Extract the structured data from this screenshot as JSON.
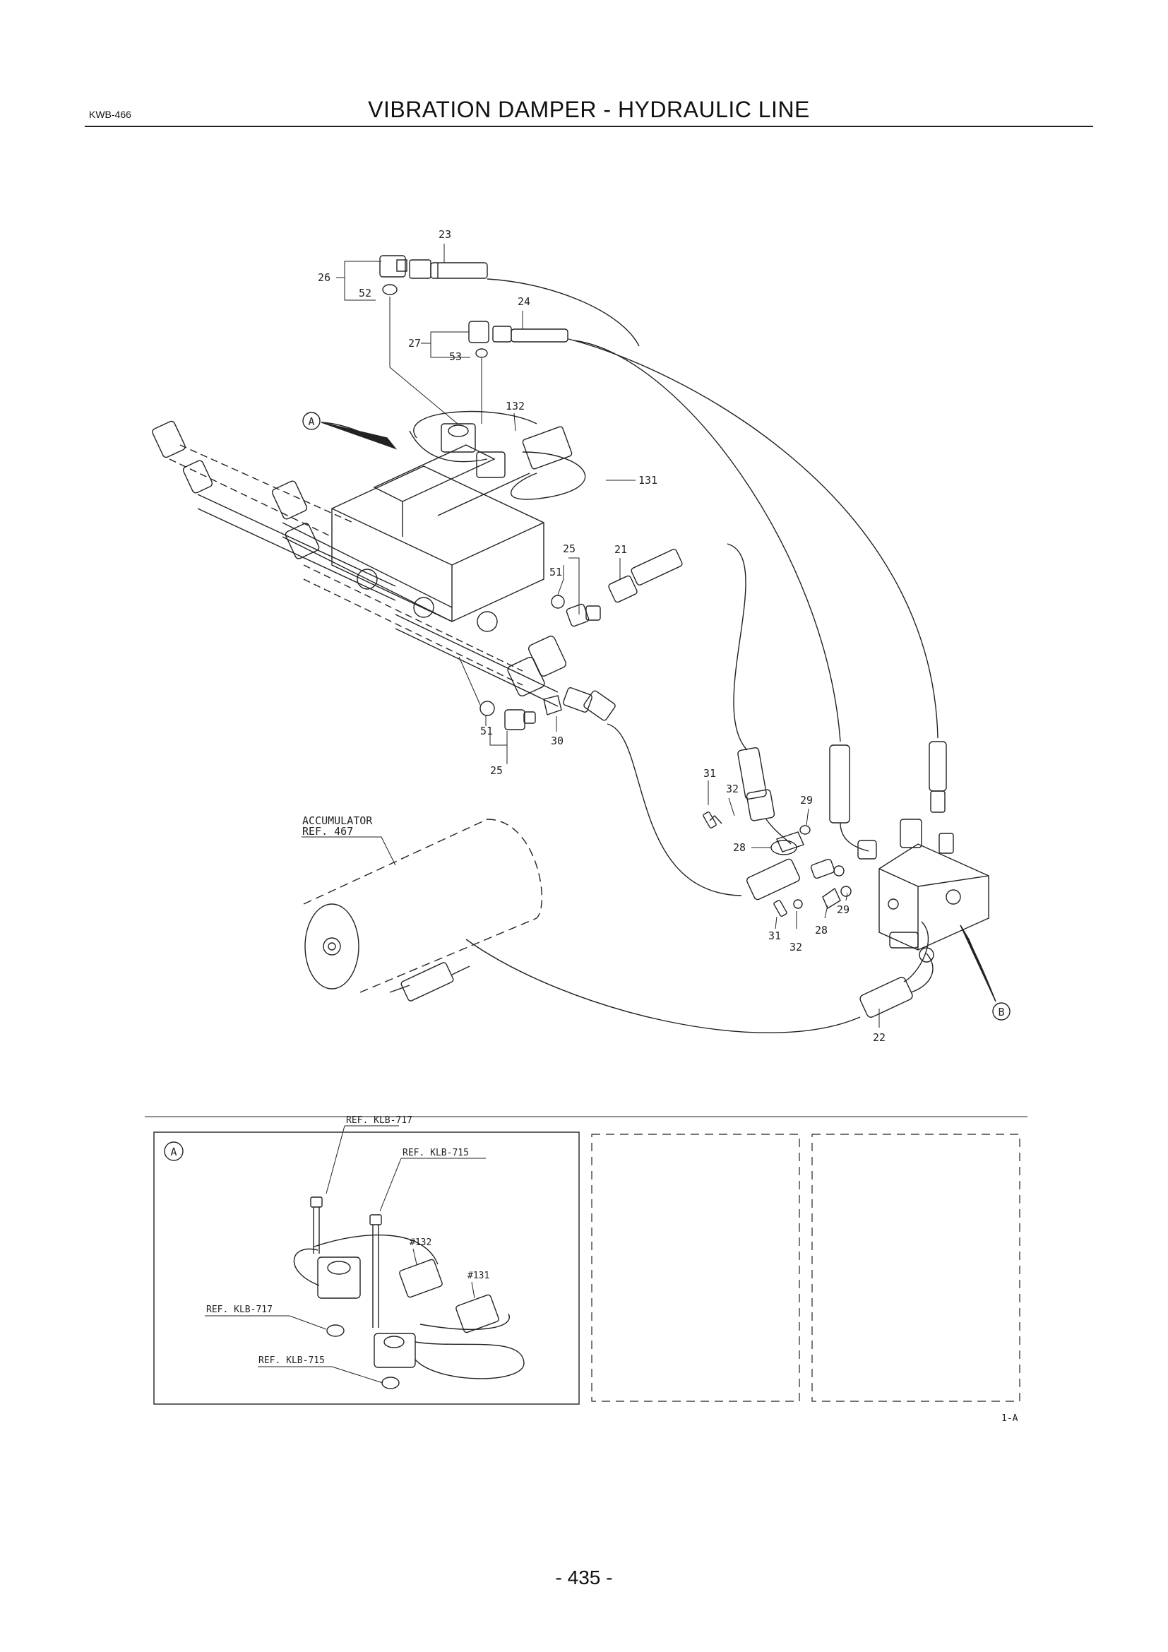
{
  "document": {
    "code": "KWB-466",
    "title": "VIBRATION DAMPER - HYDRAULIC LINE",
    "page_number": "- 435 -",
    "figure_code": "1-A"
  },
  "callouts": {
    "c23": "23",
    "c26": "26",
    "c52": "52",
    "c24": "24",
    "c27": "27",
    "c53": "53",
    "c132": "132",
    "c131": "131",
    "c25a": "25",
    "c51a": "51",
    "c21": "21",
    "c51b": "51",
    "c30": "30",
    "c25b": "25",
    "c31a": "31",
    "c32a": "32",
    "c29a": "29",
    "c28a": "28",
    "c29b": "29",
    "c28b": "28",
    "c31b": "31",
    "c32b": "32",
    "c22": "22"
  },
  "markers": {
    "view_a": "A",
    "view_b": "B"
  },
  "accumulator": {
    "name": "ACCUMULATOR",
    "ref": "REF. 467"
  },
  "detail_a": {
    "marker": "A",
    "ref_717_top": "REF. KLB-717",
    "ref_715_top": "REF. KLB-715",
    "part_132": "#132",
    "part_131": "#131",
    "ref_717_oring": "REF. KLB-717",
    "ref_715_oring": "REF. KLB-715"
  }
}
